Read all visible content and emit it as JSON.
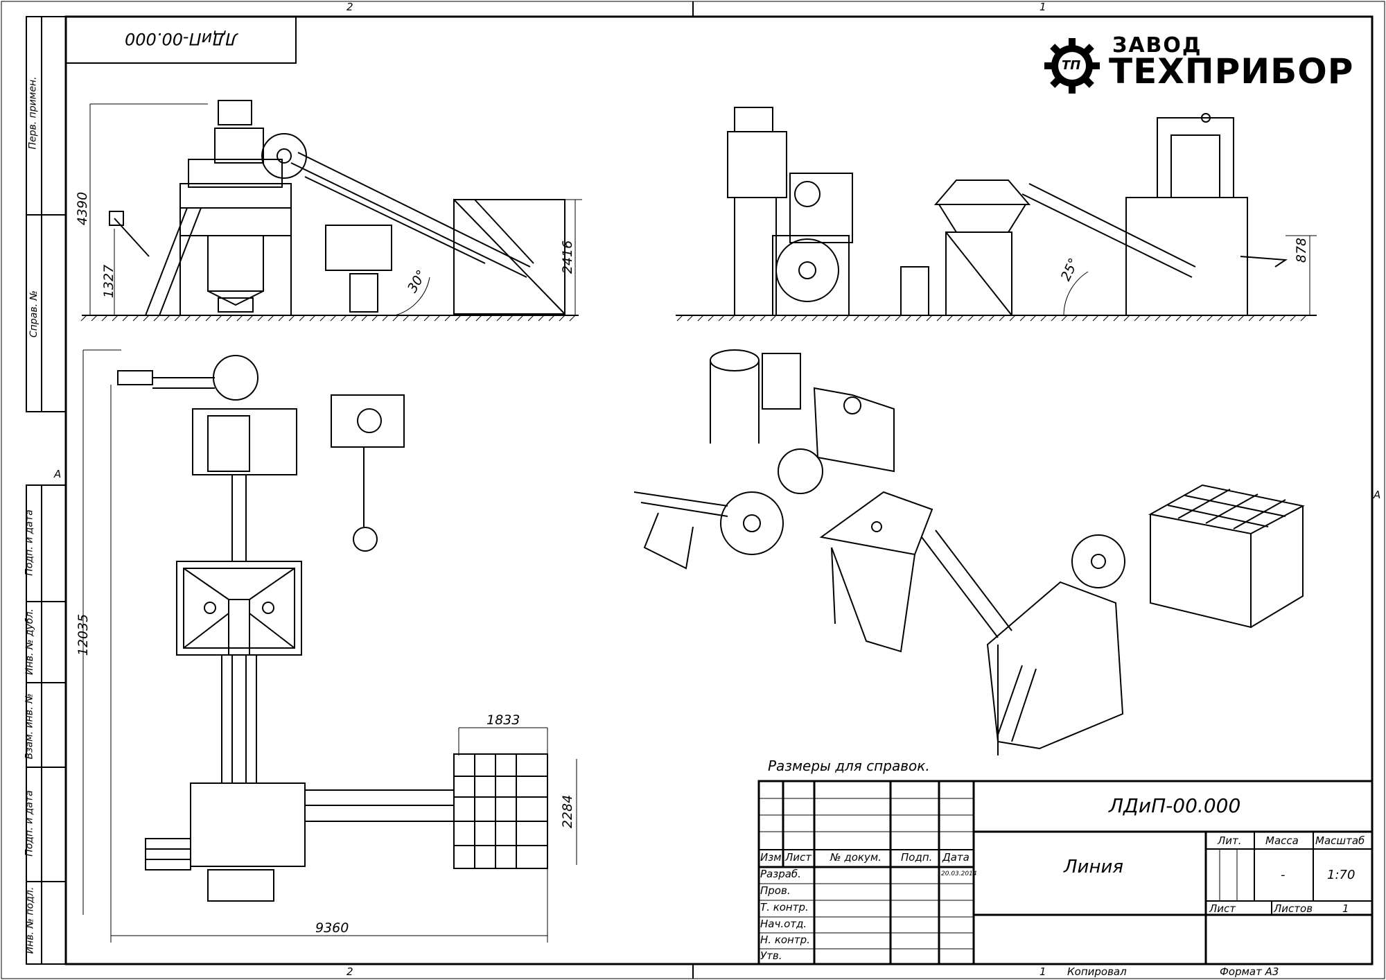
{
  "sheet": {
    "zones_top": [
      "2",
      "1"
    ],
    "zones_bottom": [
      "2",
      "1"
    ],
    "zone_side": "A",
    "rotated_code": "ЛДиП-00.000"
  },
  "left_strip": {
    "labels": [
      "Перв. примен.",
      "Справ. №",
      "Подп. и дата",
      "Инв. № дубл.",
      "Взам. инв. №",
      "Подп. и дата",
      "Инв. № подл."
    ]
  },
  "logo": {
    "line1": "ЗАВОД",
    "line2": "ТЕХПРИБОР",
    "emblem_text": "ТП"
  },
  "dimensions": {
    "left_height_total": "4390",
    "left_height_lower": "1327",
    "left_angle": "30°",
    "left_height_right": "2416",
    "right_angle": "25°",
    "right_height": "878",
    "plan_length": "12035",
    "plan_width": "9360",
    "plan_bin_width": "1833",
    "plan_bin_depth": "2284"
  },
  "note": "Размеры для справок.",
  "title_block": {
    "designation": "ЛДиП-00.000",
    "name": "Линия",
    "col_headers": [
      "Изм.",
      "Лист",
      "№ докум.",
      "Подп.",
      "Дата"
    ],
    "date": "20.03.2014",
    "roles": [
      "Разраб.",
      "Пров.",
      "Т. контр.",
      "Нач.отд.",
      "Н. контр.",
      "Утв."
    ],
    "lit_label": "Лит.",
    "mass_label": "Масса",
    "scale_label": "Масштаб",
    "mass_value": "-",
    "scale_value": "1:70",
    "sheet_label": "Лист",
    "sheets_label": "Листов",
    "sheets_value": "1"
  },
  "footer": {
    "sheet_no": "1",
    "copied": "Копировал",
    "format": "Формат А3"
  }
}
